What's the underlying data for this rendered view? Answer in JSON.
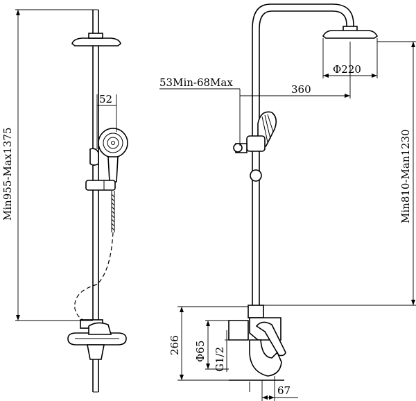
{
  "dimensions": {
    "overall_height": "Min955-Max1375",
    "hand_shower_offset": "52",
    "bar_adjust": "53Min-68Max",
    "arm_length": "360",
    "head_diameter": "Φ220",
    "head_height": "Min810-Man1230",
    "mixer_height": "266",
    "inlet_spacing": "Φ65",
    "thread": "G1/2",
    "spout_reach": "67"
  }
}
